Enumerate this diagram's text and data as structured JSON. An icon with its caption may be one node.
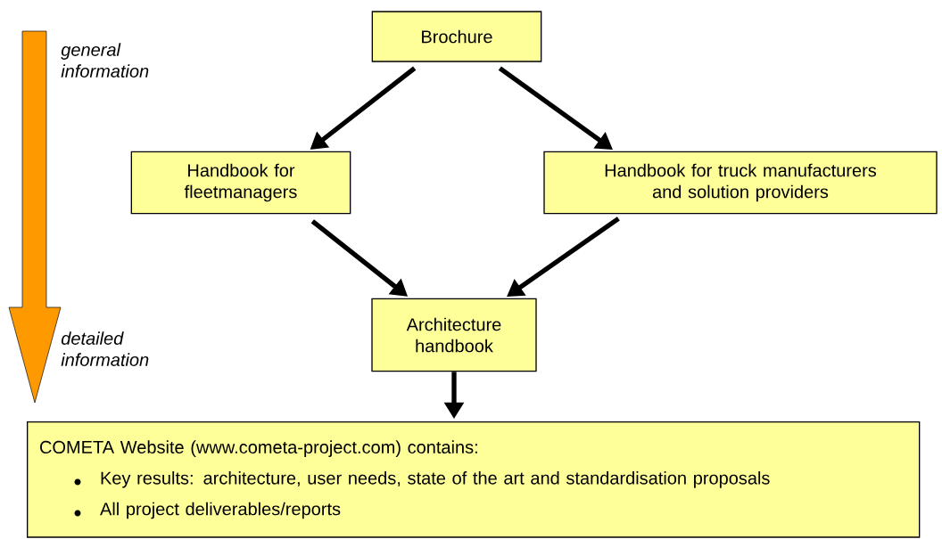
{
  "diagram": {
    "nodes": [
      {
        "text": [
          "Brochure"
        ]
      },
      {
        "text": [
          "Handbook for fleetmanagers"
        ]
      },
      {
        "text": [
          "Handbook for truck manufacturers and solution providers"
        ]
      },
      {
        "text": [
          "Architecture handbook"
        ]
      },
      {
        "text": [
          "COMETA Website (www.cometa-project.com) contains:",
          "Key results: architecture, user needs, state of the art  and standardisation proposals",
          "All project deliverables/reports"
        ]
      }
    ],
    "edges": [
      {
        "from": 0,
        "to": 1,
        "arrow": "to"
      },
      {
        "from": 0,
        "to": 2,
        "arrow": "to"
      },
      {
        "from": 1,
        "to": 3,
        "arrow": "to"
      },
      {
        "from": 2,
        "to": 3,
        "arrow": "to"
      },
      {
        "from": 3,
        "to": 4,
        "arrow": "to"
      }
    ],
    "labels": [
      "general information",
      "detailed information"
    ]
  }
}
